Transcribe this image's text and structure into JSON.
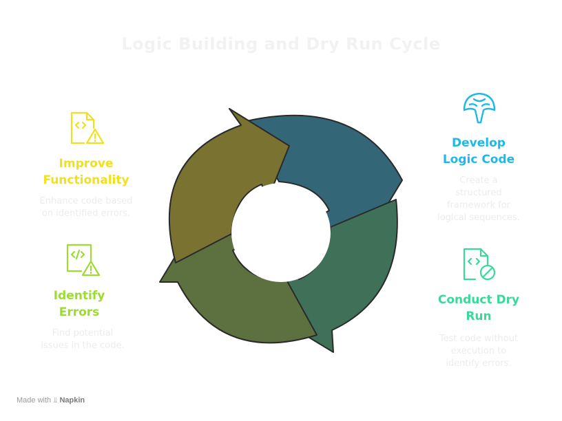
{
  "title": "Logic Building and Dry Run Cycle",
  "steps": [
    {
      "label_line1": "Develop",
      "label_line2": "Logic Code",
      "desc": [
        "Create a",
        "structured",
        "framework for",
        "logical sequences."
      ],
      "color": "#1fb9e8",
      "segment_color": "#336677",
      "icon": "brain-icon"
    },
    {
      "label_line1": "Conduct Dry",
      "label_line2": "Run",
      "desc": [
        "Test code without",
        "execution to",
        "identify errors."
      ],
      "color": "#39d99a",
      "segment_color": "#3f7158",
      "icon": "code-file-blocked-icon"
    },
    {
      "label_line1": "Identify",
      "label_line2": "Errors",
      "desc": [
        "Find potential",
        "issues in the code."
      ],
      "color": "#9bdc2e",
      "segment_color": "#5d7040",
      "icon": "code-file-warning-icon"
    },
    {
      "label_line1": "Improve",
      "label_line2": "Functionality",
      "desc": [
        "Enhance code based",
        "on identified errors."
      ],
      "color": "#f2e01c",
      "segment_color": "#7a7230",
      "icon": "code-file-warning-icon"
    }
  ],
  "footer": {
    "prefix": "Made with",
    "brand": "Napkin"
  }
}
